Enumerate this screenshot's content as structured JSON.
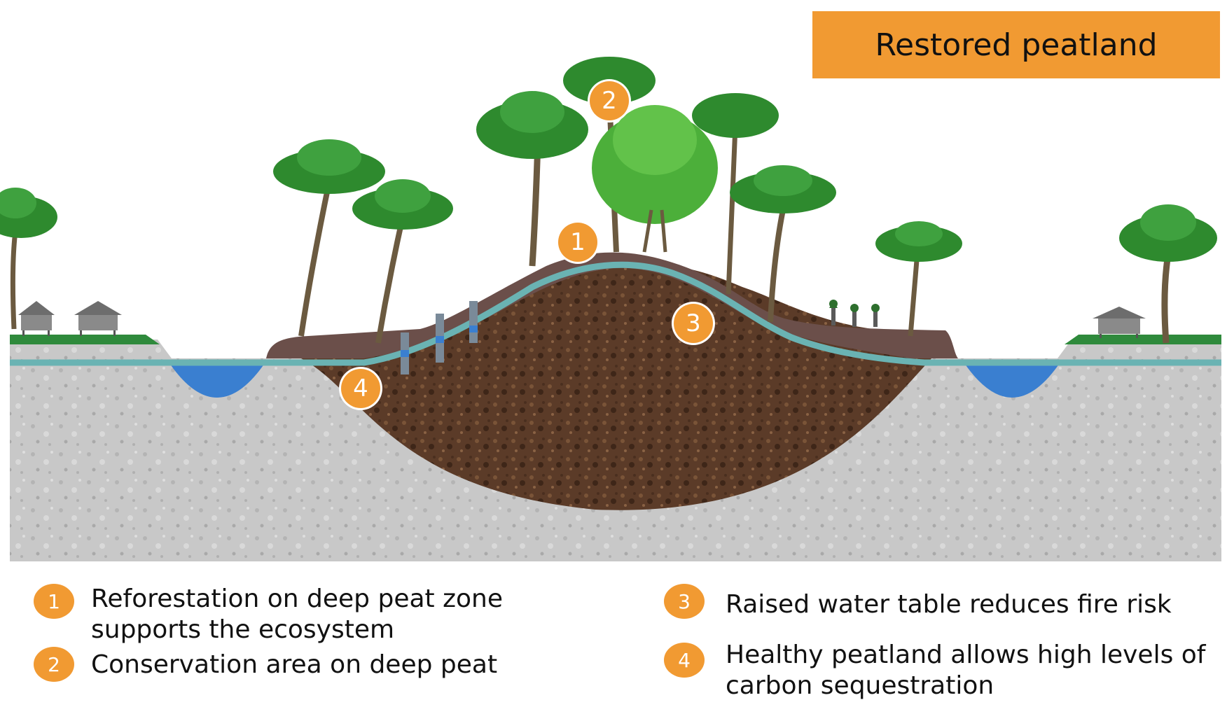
{
  "title": "Restored peatland",
  "diagram_markers": [
    "1",
    "2",
    "3",
    "4"
  ],
  "legend": [
    {
      "number": "1",
      "text": "Reforestation on deep peat zone supports the ecosystem"
    },
    {
      "number": "2",
      "text": "Conservation area on deep peat"
    },
    {
      "number": "3",
      "text": "Raised water table reduces fire risk"
    },
    {
      "number": "4",
      "text": "Healthy peatland allows high levels of carbon sequestration"
    }
  ],
  "colors": {
    "accent": "#f19a32",
    "peat": "#5a3a28",
    "peat_top": "#6b4f4a",
    "water_table": "#6ab3b3",
    "canal_water": "#3a7fd0",
    "mineral_soil": "#c9c9c9",
    "grass": "#2f8a3c",
    "foliage": "#2e8a2e"
  }
}
